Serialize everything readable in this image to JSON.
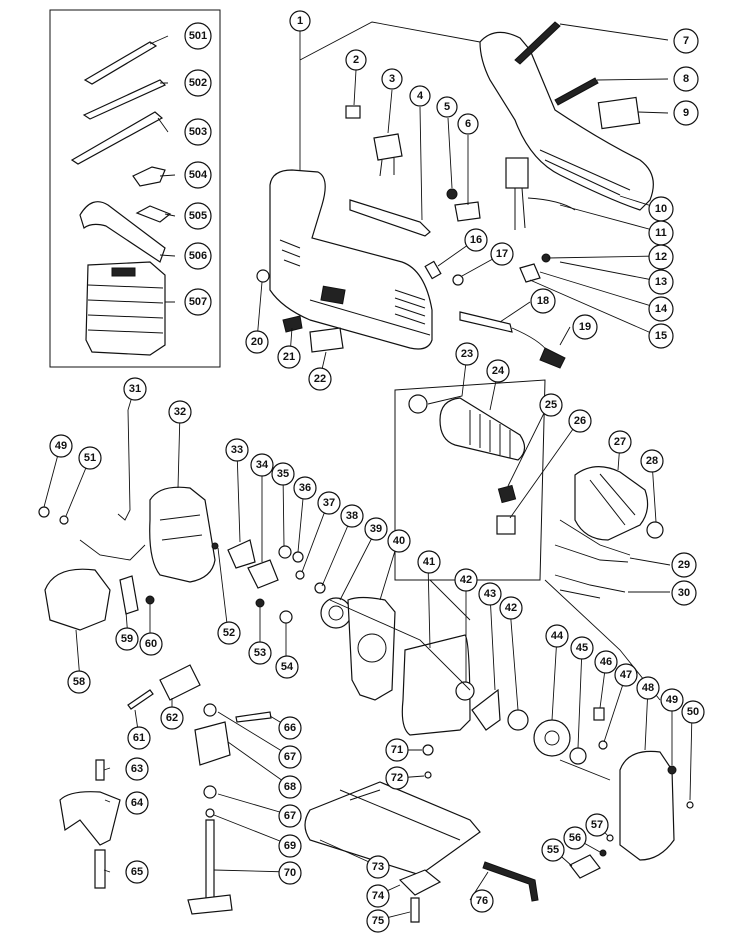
{
  "callouts": [
    {
      "id": "c1",
      "label": "1"
    },
    {
      "id": "c2",
      "label": "2"
    },
    {
      "id": "c3",
      "label": "3"
    },
    {
      "id": "c4",
      "label": "4"
    },
    {
      "id": "c5",
      "label": "5"
    },
    {
      "id": "c6",
      "label": "6"
    },
    {
      "id": "c7",
      "label": "7"
    },
    {
      "id": "c8",
      "label": "8"
    },
    {
      "id": "c9",
      "label": "9"
    },
    {
      "id": "c10",
      "label": "10"
    },
    {
      "id": "c11",
      "label": "11"
    },
    {
      "id": "c12",
      "label": "12"
    },
    {
      "id": "c13",
      "label": "13"
    },
    {
      "id": "c14",
      "label": "14"
    },
    {
      "id": "c15",
      "label": "15"
    },
    {
      "id": "c16",
      "label": "16"
    },
    {
      "id": "c17",
      "label": "17"
    },
    {
      "id": "c18",
      "label": "18"
    },
    {
      "id": "c19",
      "label": "19"
    },
    {
      "id": "c20",
      "label": "20"
    },
    {
      "id": "c21",
      "label": "21"
    },
    {
      "id": "c22",
      "label": "22"
    },
    {
      "id": "c23",
      "label": "23"
    },
    {
      "id": "c24",
      "label": "24"
    },
    {
      "id": "c25",
      "label": "25"
    },
    {
      "id": "c26",
      "label": "26"
    },
    {
      "id": "c27",
      "label": "27"
    },
    {
      "id": "c28",
      "label": "28"
    },
    {
      "id": "c29",
      "label": "29"
    },
    {
      "id": "c30",
      "label": "30"
    },
    {
      "id": "c31",
      "label": "31"
    },
    {
      "id": "c32",
      "label": "32"
    },
    {
      "id": "c33",
      "label": "33"
    },
    {
      "id": "c34",
      "label": "34"
    },
    {
      "id": "c35",
      "label": "35"
    },
    {
      "id": "c36",
      "label": "36"
    },
    {
      "id": "c37",
      "label": "37"
    },
    {
      "id": "c38",
      "label": "38"
    },
    {
      "id": "c39",
      "label": "39"
    },
    {
      "id": "c40",
      "label": "40"
    },
    {
      "id": "c41",
      "label": "41"
    },
    {
      "id": "c42a",
      "label": "42"
    },
    {
      "id": "c42b",
      "label": "42"
    },
    {
      "id": "c43",
      "label": "43"
    },
    {
      "id": "c44",
      "label": "44"
    },
    {
      "id": "c45",
      "label": "45"
    },
    {
      "id": "c46",
      "label": "46"
    },
    {
      "id": "c47",
      "label": "47"
    },
    {
      "id": "c48",
      "label": "48"
    },
    {
      "id": "c49a",
      "label": "49"
    },
    {
      "id": "c49b",
      "label": "49"
    },
    {
      "id": "c50",
      "label": "50"
    },
    {
      "id": "c51",
      "label": "51"
    },
    {
      "id": "c52",
      "label": "52"
    },
    {
      "id": "c53",
      "label": "53"
    },
    {
      "id": "c54",
      "label": "54"
    },
    {
      "id": "c55",
      "label": "55"
    },
    {
      "id": "c56",
      "label": "56"
    },
    {
      "id": "c57",
      "label": "57"
    },
    {
      "id": "c58",
      "label": "58"
    },
    {
      "id": "c59",
      "label": "59"
    },
    {
      "id": "c60",
      "label": "60"
    },
    {
      "id": "c61",
      "label": "61"
    },
    {
      "id": "c62",
      "label": "62"
    },
    {
      "id": "c63",
      "label": "63"
    },
    {
      "id": "c64",
      "label": "64"
    },
    {
      "id": "c65",
      "label": "65"
    },
    {
      "id": "c66",
      "label": "66"
    },
    {
      "id": "c67a",
      "label": "67"
    },
    {
      "id": "c67b",
      "label": "67"
    },
    {
      "id": "c68",
      "label": "68"
    },
    {
      "id": "c69",
      "label": "69"
    },
    {
      "id": "c70",
      "label": "70"
    },
    {
      "id": "c71",
      "label": "71"
    },
    {
      "id": "c72",
      "label": "72"
    },
    {
      "id": "c73",
      "label": "73"
    },
    {
      "id": "c74",
      "label": "74"
    },
    {
      "id": "c75",
      "label": "75"
    },
    {
      "id": "c76",
      "label": "76"
    },
    {
      "id": "c501",
      "label": "501"
    },
    {
      "id": "c502",
      "label": "502"
    },
    {
      "id": "c503",
      "label": "503"
    },
    {
      "id": "c504",
      "label": "504"
    },
    {
      "id": "c505",
      "label": "505"
    },
    {
      "id": "c506",
      "label": "506"
    },
    {
      "id": "c507",
      "label": "507"
    }
  ]
}
